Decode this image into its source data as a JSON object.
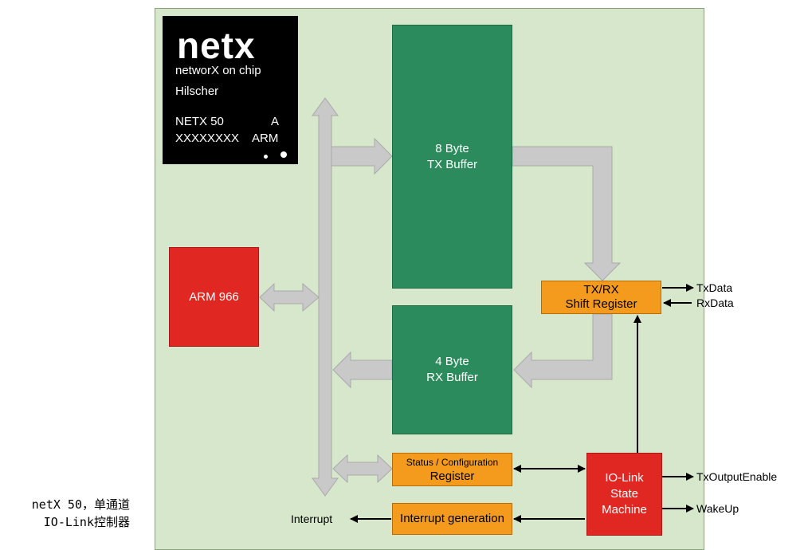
{
  "chip": {
    "logo": "netx",
    "subtitle": "networX on chip",
    "vendor": "Hilscher",
    "model": "NETX 50",
    "model_suffix": "A",
    "serial": "XXXXXXXX",
    "core": "ARM"
  },
  "blocks": {
    "tx_buffer": {
      "line1": "8 Byte",
      "line2": "TX Buffer"
    },
    "rx_buffer": {
      "line1": "4 Byte",
      "line2": "RX Buffer"
    },
    "arm": "ARM 966",
    "shift_register": {
      "line1": "TX/RX",
      "line2": "Shift Register"
    },
    "status_register": {
      "line1": "Status / Configuration",
      "line2": "Register"
    },
    "interrupt_generation": "Interrupt generation",
    "state_machine": {
      "line1": "IO-Link",
      "line2": "State",
      "line3": "Machine"
    }
  },
  "signals": {
    "txdata": "TxData",
    "rxdata": "RxData",
    "tx_output_enable": "TxOutputEnable",
    "wakeup": "WakeUp",
    "interrupt": "Interrupt"
  },
  "caption": {
    "line1": "netX 50，单通道",
    "line2": "IO-Link控制器"
  },
  "colors": {
    "background": "#d6e7cb",
    "buffer": "#2c8b5c",
    "arm": "#e02722",
    "register": "#f49b1d",
    "bus_arrow": "#c8c8c8"
  }
}
